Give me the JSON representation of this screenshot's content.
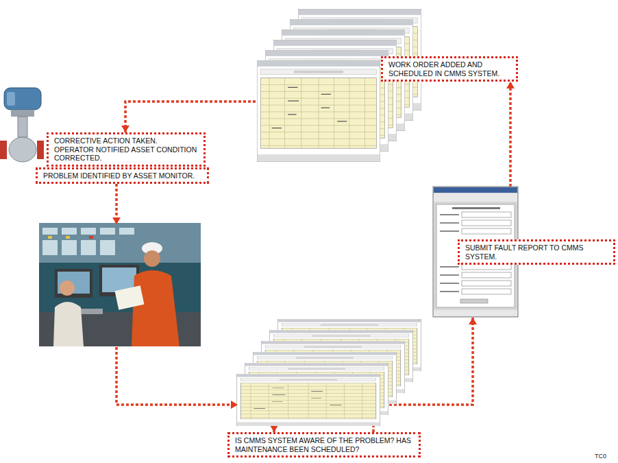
{
  "diagram": {
    "nodes": [
      {
        "text": [
          "WORK ORDER ADDED AND SCHEDULED IN CMMS SYSTEM."
        ]
      },
      {
        "text": [
          "CORRECTIVE ACTION TAKEN. OPERATOR NOTIFIED ASSET CONDITION CORRECTED."
        ]
      },
      {
        "text": [
          "PROBLEM IDENTIFIED BY ASSET MONITOR."
        ]
      },
      {
        "text": [
          "SUBMIT FAULT REPORT TO CMMS SYSTEM."
        ]
      },
      {
        "text": [
          "IS CMMS SYSTEM AWARE OF THE PROBLEM? HAS MAINTENANCE BEEN SCHEDULED?"
        ]
      }
    ],
    "edges": [
      {
        "from": 2,
        "to": 4,
        "arrow": "to"
      },
      {
        "from": 4,
        "to": 3,
        "arrow": "to"
      },
      {
        "from": 3,
        "to": 0,
        "arrow": "to"
      },
      {
        "from": 0,
        "to": 1,
        "arrow": "to"
      }
    ],
    "labels": [
      "TC0"
    ]
  }
}
